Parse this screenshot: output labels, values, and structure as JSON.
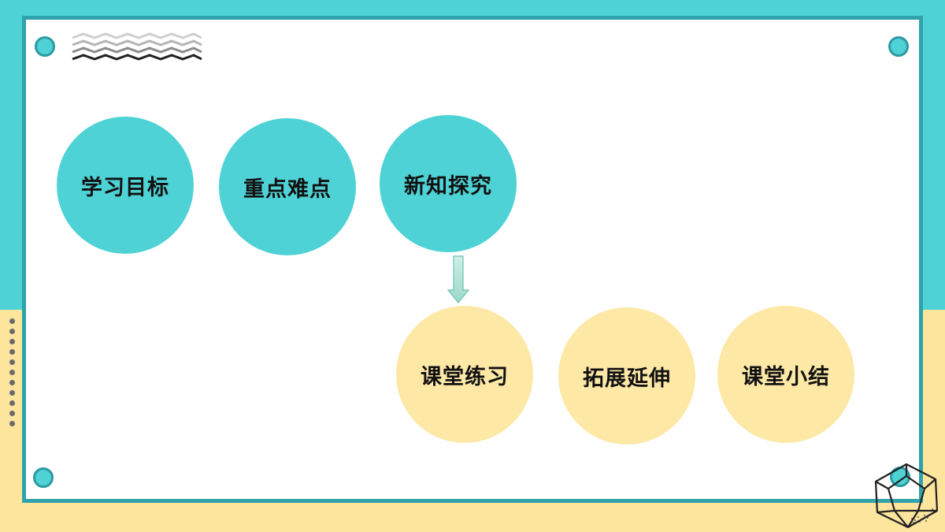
{
  "colors": {
    "teal": "#4ed2d5",
    "teal_dark": "#2fa3ab",
    "yellow": "#fde59e",
    "yellow_circle": "#fde8a6",
    "white": "#ffffff"
  },
  "nav_circles_top": [
    {
      "label": "学习目标"
    },
    {
      "label": "重点难点"
    },
    {
      "label": "新知探究"
    }
  ],
  "nav_circles_bottom": [
    {
      "label": "课堂练习"
    },
    {
      "label": "拓展延伸"
    },
    {
      "label": "课堂小结"
    }
  ],
  "decor": {
    "wave_icon": "zigzag-lines-icon",
    "arrow_icon": "down-arrow-icon",
    "polyhedron_icon": "polyhedron-icon"
  }
}
